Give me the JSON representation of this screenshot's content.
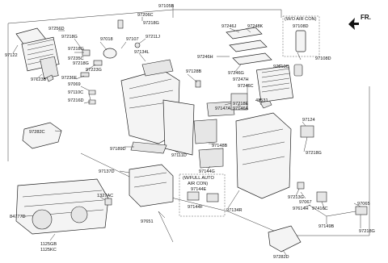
{
  "labels": {
    "l97105B": "97105B",
    "l97206C": "97206C",
    "l97122": "97122",
    "l97256D": "97256D",
    "l97218G_a": "97218G",
    "l97218G_b": "97218G",
    "l97218G_c": "97218G",
    "l97218G_d": "97218G",
    "l97218G_e": "97218G",
    "l97218G_f": "97218G",
    "l97235C": "97235C",
    "l97018": "97018",
    "l97107": "97107",
    "l97211J": "97211J",
    "l97134L": "97134L",
    "l97123B": "97123B",
    "l97223G": "97223G",
    "l97236E": "97236E",
    "l97069": "97069",
    "l97110C": "97110C",
    "l97216D": "97216D",
    "l97128B": "97128B",
    "l97246J": "97246J",
    "l97248K": "97248K",
    "l97246H": "97246H",
    "l97246G": "97246G",
    "l97247H": "97247H",
    "l97246C": "97246C",
    "l97218E": "97218E",
    "l97146A": "97146A",
    "l97147A": "97147A",
    "l42531": "42531",
    "l97282C": "97282C",
    "l97148B": "97148B",
    "l97189D": "97189D",
    "l97111D": "97111D",
    "l97137D": "97137D",
    "l97144G": "97144G",
    "l97144E": "97144E",
    "l97144F": "97144F",
    "l97134R": "97134R",
    "l97651": "97651",
    "l1327AC": "1327AC",
    "l84777D": "84777D",
    "l1125GB": "1125GB",
    "l1125KC": "1125KC",
    "l97108D_a": "97108D",
    "l97108D_b": "97108D",
    "l97610C": "97610C",
    "l97124": "97124",
    "l97213G": "97213G",
    "l97067": "97067",
    "l97614H": "97614H",
    "l97416C": "97416C",
    "l97065": "97065",
    "l97149B": "97149B",
    "l97282D": "97282D",
    "wo_air_con": "(W/O AIR CON)",
    "full_auto_1": "(W/FULL AUTO",
    "full_auto_2": "AIR CON)",
    "fr": "FR."
  }
}
